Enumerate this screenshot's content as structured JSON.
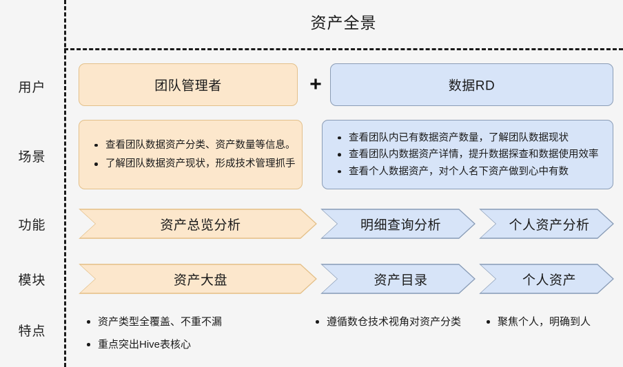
{
  "title": "资产全景",
  "row_labels": {
    "user": "用户",
    "scene": "场景",
    "function": "功能",
    "module": "模块",
    "feature": "特点"
  },
  "colors": {
    "background": "#f5f5f5",
    "orange_fill": "#fce7cc",
    "orange_border": "#e3c08a",
    "blue_fill": "#d7e4f8",
    "blue_border": "#8a9cb5",
    "text": "#1a1a1a",
    "dash_line": "#1a1a1a"
  },
  "user_row": {
    "left_box": "团队管理者",
    "connector": "+",
    "right_box": "数据RD"
  },
  "scene_row": {
    "left_bullets": [
      "查看团队数据资产分类、资产数量等信息。",
      "了解团队数据资产现状，形成技术管理抓手"
    ],
    "right_bullets": [
      "查看团队内已有数据资产数量，了解团队数据现状",
      "查看团队内数据资产详情，提升数据探查和数据使用效率",
      "查看个人数据资产，对个人名下资产做到心中有数"
    ]
  },
  "function_row": {
    "items": [
      {
        "label": "资产总览分析",
        "tone": "orange"
      },
      {
        "label": "明细查询分析",
        "tone": "blue"
      },
      {
        "label": "个人资产分析",
        "tone": "blue"
      }
    ]
  },
  "module_row": {
    "items": [
      {
        "label": "资产大盘",
        "tone": "orange"
      },
      {
        "label": "资产目录",
        "tone": "blue"
      },
      {
        "label": "个人资产",
        "tone": "blue"
      }
    ]
  },
  "feature_row": {
    "group_a": [
      "资产类型全覆盖、不重不漏",
      "重点突出Hive表核心"
    ],
    "group_b": [
      "遵循数仓技术视角对资产分类"
    ],
    "group_c": [
      "聚焦个人，明确到人"
    ]
  }
}
